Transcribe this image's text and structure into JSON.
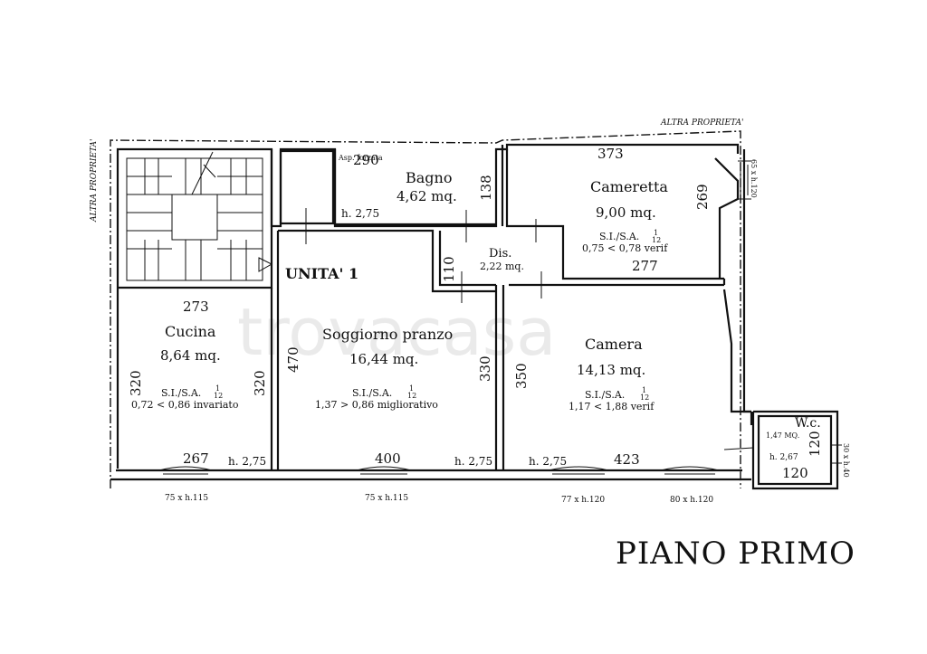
{
  "watermark": "trovacasa",
  "boundary": {
    "top": "ALTRA PROPRIETA'",
    "left": "ALTRA PROPRIETA'"
  },
  "unit_label": "UNITA' 1",
  "floor_title": "PIANO PRIMO",
  "rooms": {
    "bagno": {
      "name": "Bagno",
      "area": "4,62 mq.",
      "note": "Asp. forzata",
      "width": "290",
      "depth": "138",
      "height": "h. 2,75"
    },
    "cameretta": {
      "name": "Cameretta",
      "area": "9,00 mq.",
      "ratio_label": "S.I./S.A.",
      "ratio_num": "1",
      "ratio_den": "12",
      "ratio_check": "0,75 < 0,78 verif",
      "width_top": "373",
      "width_bottom": "277",
      "depth": "269"
    },
    "dis": {
      "name": "Dis.",
      "area": "2,22 mq.",
      "depth": "110"
    },
    "cucina": {
      "name": "Cucina",
      "area": "8,64 mq.",
      "ratio_label": "S.I./S.A.",
      "ratio_num": "1",
      "ratio_den": "12",
      "ratio_check": "0,72 < 0,86 invariato",
      "width_top": "273",
      "width_bottom": "267",
      "depth_left": "320",
      "depth_right": "320",
      "height": "h. 2,75"
    },
    "soggiorno": {
      "name": "Soggiorno pranzo",
      "area": "16,44 mq.",
      "ratio_label": "S.I./S.A.",
      "ratio_num": "1",
      "ratio_den": "12",
      "ratio_check": "1,37 > 0,86 migliorativo",
      "depth_left": "470",
      "depth_right": "330",
      "width": "400",
      "height": "h. 2,75"
    },
    "camera": {
      "name": "Camera",
      "area": "14,13 mq.",
      "ratio_label": "S.I./S.A.",
      "ratio_num": "1",
      "ratio_den": "12",
      "ratio_check": "1,17 < 1,88 verif",
      "depth": "350",
      "width": "423",
      "height": "h. 2,75"
    },
    "wc": {
      "name": "W.c.",
      "area": "1,47 MQ.",
      "height": "h. 2,67",
      "width": "120",
      "depth": "120"
    }
  },
  "windows": {
    "cucina": "75 x h.115",
    "soggiorno": "75 x h.115",
    "camera_left": "77 x h.120",
    "camera_right": "80 x h.120",
    "cameretta": "65 x h.120",
    "wc": "30 x h.40"
  }
}
